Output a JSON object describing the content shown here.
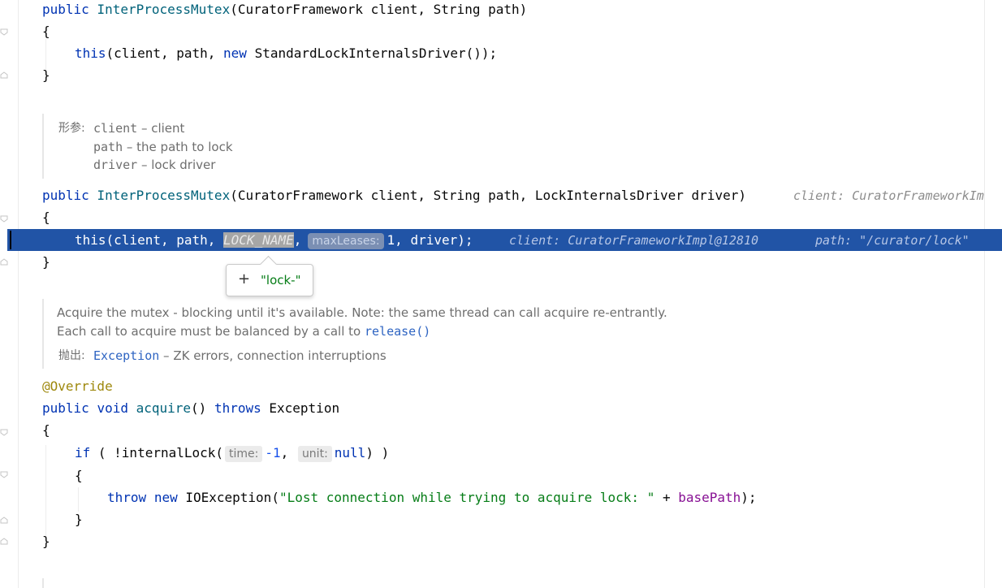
{
  "editor": {
    "constructor1": {
      "signature": {
        "kw": "public",
        "name": "InterProcessMutex",
        "params": "(CuratorFramework client, String path)"
      },
      "open": "{",
      "body": {
        "this_kw": "this",
        "args_pre": "(client, path, ",
        "new_kw": "new",
        "args_post": " StandardLockInternalsDriver());"
      },
      "close": "}"
    },
    "doc1": {
      "params_label": "形参:",
      "params": [
        {
          "name": "client",
          "desc": " – client"
        },
        {
          "name": "path",
          "desc": " – the path to lock"
        },
        {
          "name": "driver",
          "desc": " – lock driver"
        }
      ]
    },
    "constructor2": {
      "signature": {
        "kw": "public",
        "name": "InterProcessMutex",
        "params": "(CuratorFramework client, String path, LockInternalsDriver driver)"
      },
      "inlay": "client: CuratorFrameworkIm",
      "open": "{",
      "exec_line": {
        "pre": "this(client, path, ",
        "selected": "LOCK_NAME",
        "comma": ",",
        "hint": "maxLeases:",
        "post": "1, driver);",
        "inlay_client": "client: CuratorFrameworkImpl@12810",
        "inlay_path": "path: \"/curator/lock\""
      },
      "close": "}"
    },
    "popup": {
      "plus": "+",
      "value": "\"lock-\""
    },
    "doc2": {
      "line1": "Acquire the mutex - blocking until it's available. Note: the same thread can call acquire re-entrantly.",
      "line2_pre": "Each call to acquire must be balanced by a call to ",
      "line2_link": "release()",
      "throws_label": "抛出:",
      "throws_type": "Exception",
      "throws_desc": " – ZK errors, connection interruptions"
    },
    "acquire": {
      "annotation": "@Override",
      "sig_public": "public",
      "sig_void": "void",
      "sig_name": "acquire",
      "sig_paren": "() ",
      "sig_throws": "throws",
      "sig_exc": " Exception",
      "open": "{",
      "if_kw": "if",
      "if_pre": " ( !internalLock(",
      "hint_time": "time:",
      "num": "-1",
      "comma": ",",
      "hint_unit": "unit:",
      "null_kw": "null",
      "if_post": ") )",
      "inner_open": "{",
      "throw_kw": "throw",
      "new_kw": "new",
      "throw_cls": " IOException(",
      "throw_str": "\"Lost connection while trying to acquire lock: \"",
      "throw_plus": " + ",
      "throw_field": "basePath",
      "throw_end": ");",
      "inner_close": "}",
      "close": "}"
    }
  },
  "colors": {
    "keyword": "#0033b3",
    "string": "#067d17",
    "exec_bg": "#2154a6"
  }
}
